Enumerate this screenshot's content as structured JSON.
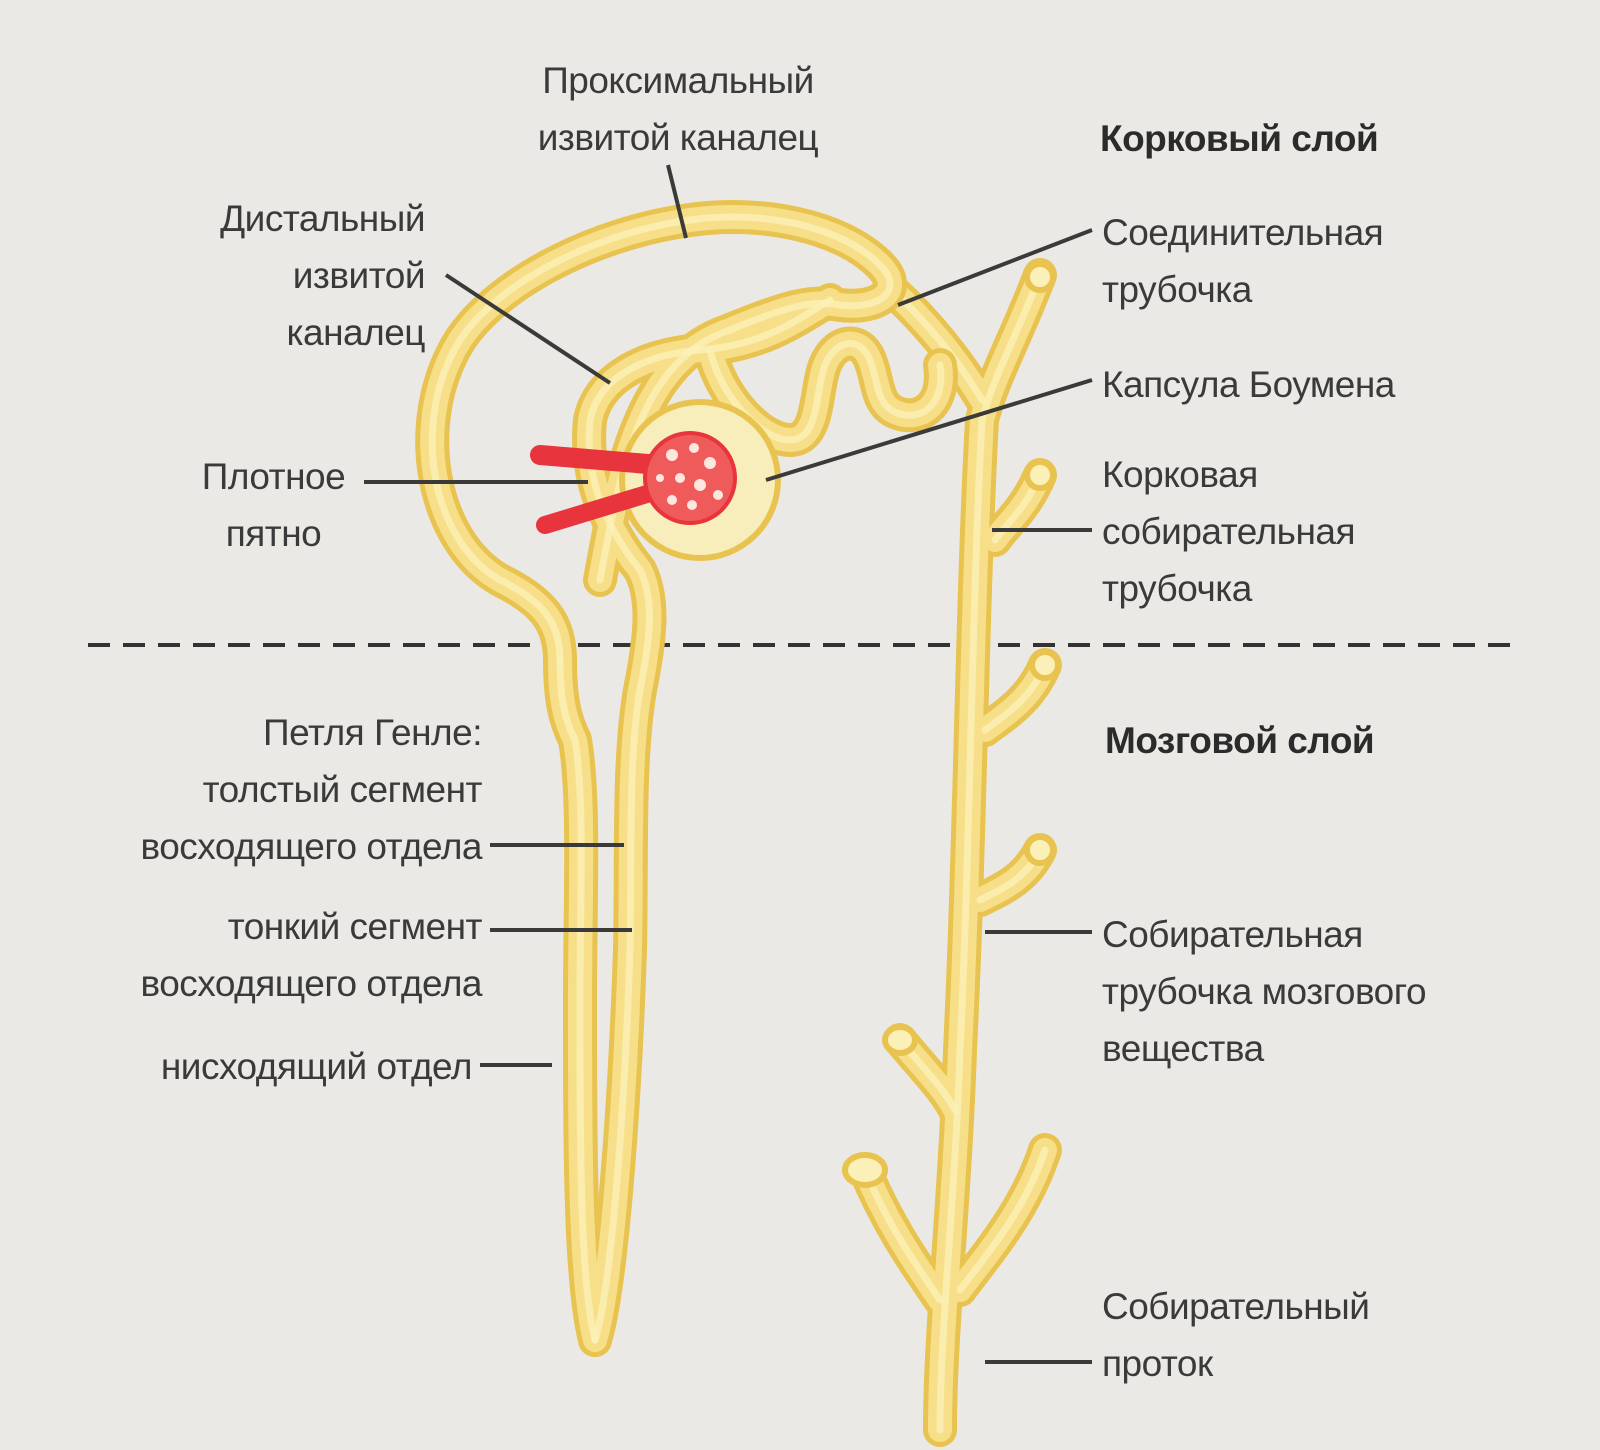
{
  "zones": {
    "cortex": "Корковый слой",
    "medulla": "Мозговой слой"
  },
  "labels": {
    "proximal": [
      "Проксимальный",
      "извитой каналец"
    ],
    "distal": [
      "Дистальный",
      "извитой",
      "каналец"
    ],
    "macula": [
      "Плотное",
      "пятно"
    ],
    "connecting": [
      "Соединительная",
      "трубочка"
    ],
    "bowman": [
      "Капсула Боумена"
    ],
    "cortical_collecting": [
      "Корковая",
      "собирательная",
      "трубочка"
    ],
    "henle": [
      "Петля Генле:",
      "толстый сегмент",
      "восходящего отдела"
    ],
    "thin": [
      "тонкий сегмент",
      "восходящего отдела"
    ],
    "descending": [
      "нисходящий отдел"
    ],
    "medullary_collecting": [
      "Собирательная",
      "трубочка мозгового",
      "вещества"
    ],
    "duct": [
      "Собирательный",
      "проток"
    ]
  },
  "colors": {
    "tubule_outline": "#e8c350",
    "tubule_fill": "#f6df88",
    "tubule_highlight": "#fbf0b8",
    "vessel": "#e8343c",
    "glomerulus": "#ef5b5b",
    "capsule": "#f8eebb",
    "leader": "#3a3a3a",
    "background": "#ebe9e6"
  }
}
